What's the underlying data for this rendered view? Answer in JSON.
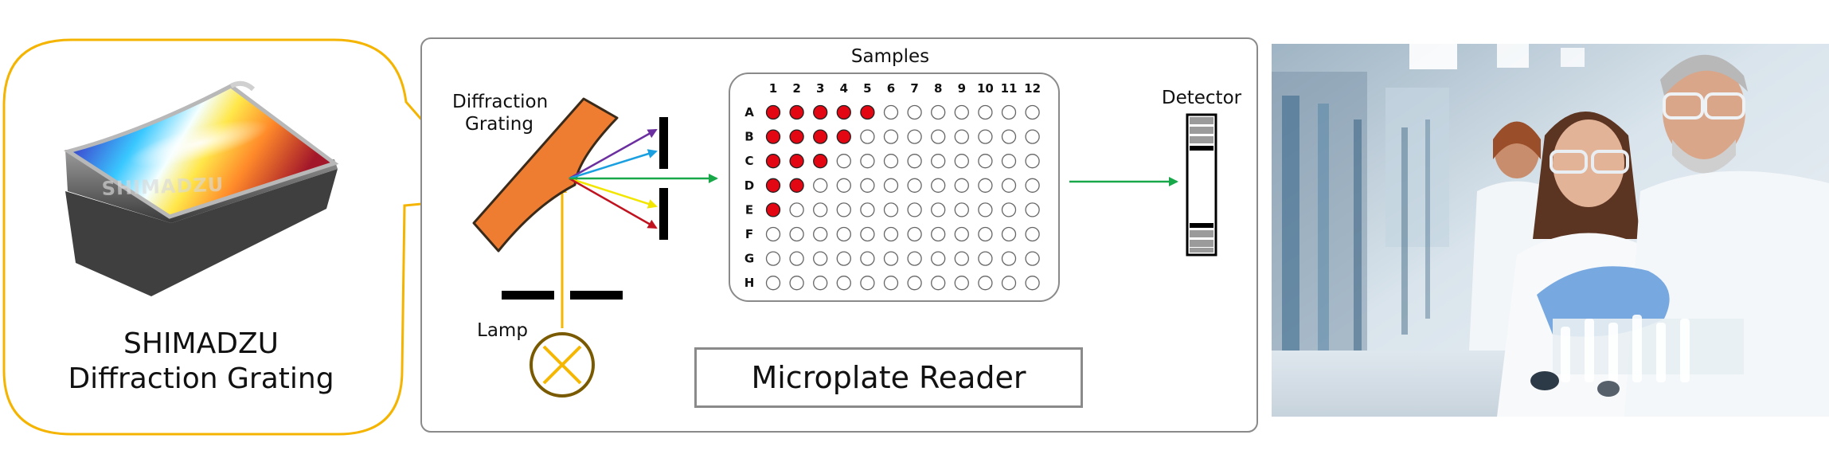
{
  "grating_caption": {
    "line1": "SHIMADZU",
    "line2": "Diffraction Grating"
  },
  "photo_brand_text": "SHIMADZU",
  "labels": {
    "diffraction": "Diffraction",
    "grating": "Grating",
    "lamp": "Lamp",
    "samples": "Samples",
    "detector": "Detector"
  },
  "reader_label": "Microplate Reader",
  "plate": {
    "columns": [
      "1",
      "2",
      "3",
      "4",
      "5",
      "6",
      "7",
      "8",
      "9",
      "10",
      "11",
      "12"
    ],
    "rows": [
      "A",
      "B",
      "C",
      "D",
      "E",
      "F",
      "G",
      "H"
    ],
    "filled_counts": [
      5,
      4,
      3,
      2,
      1,
      0,
      0,
      0
    ]
  },
  "colors": {
    "callout_border": "#f4b400",
    "grating_fill": "#ee7d32",
    "beam_green": "#18a84a",
    "beam_yellow": "#f6b700",
    "ray_purple": "#6b2fa0",
    "ray_blue": "#1aa0e0",
    "ray_yellow": "#f2e600",
    "ray_red": "#c0121f",
    "well_filled": "#e30613",
    "lamp_ring": "#7a5a00",
    "lamp_cross": "#f6b700"
  }
}
